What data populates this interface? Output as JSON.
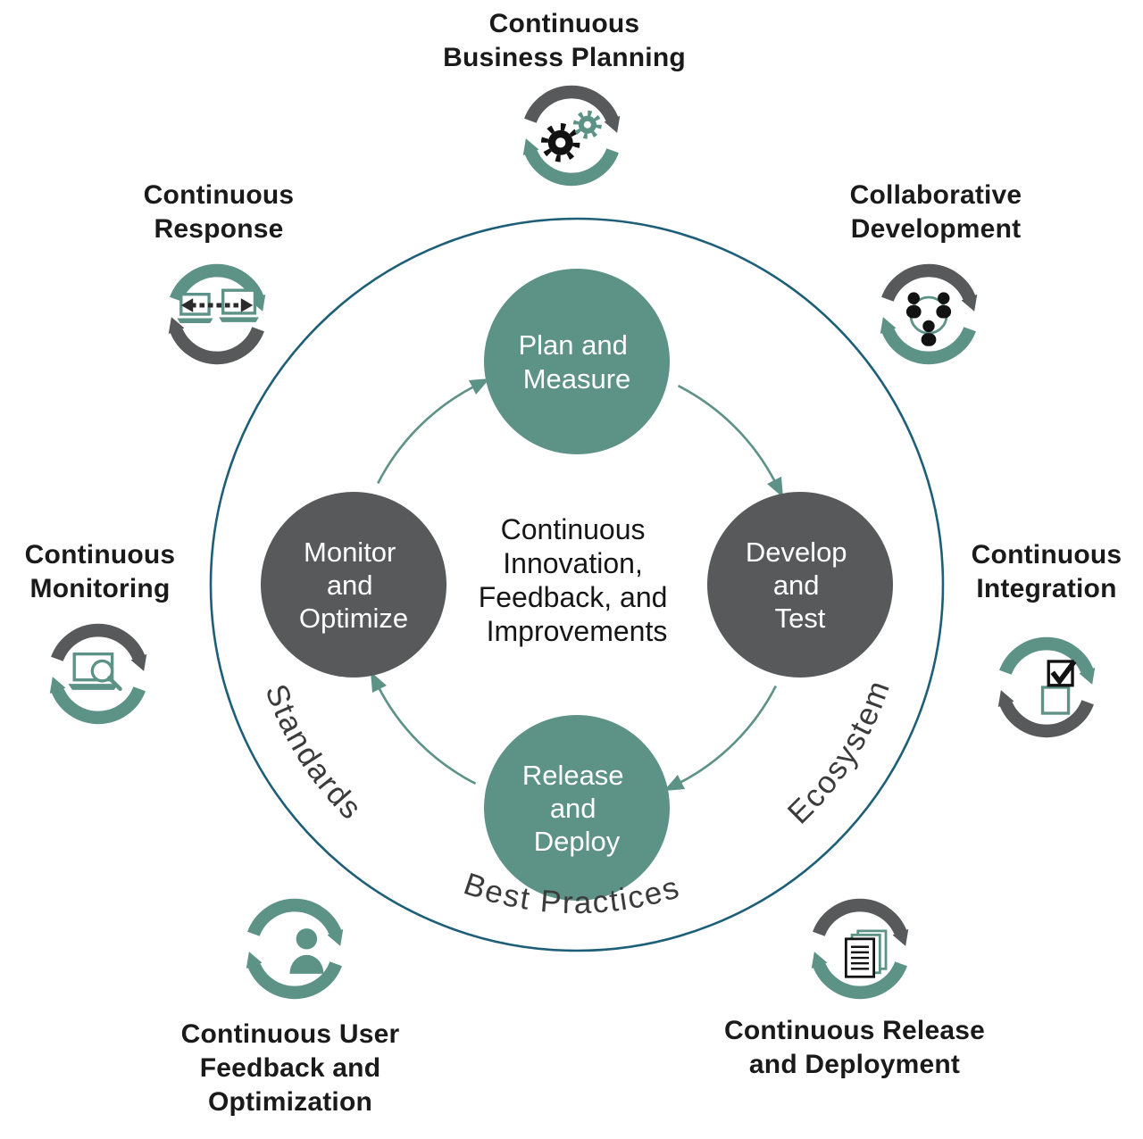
{
  "colors": {
    "teal": "#5D9287",
    "gray": "#58595B",
    "circle": "#1D5E78",
    "ink": "#1A1A1A",
    "curved": "#3B3B3C"
  },
  "center_text": {
    "lines": [
      "Continuous",
      "Innovation,",
      "Feedback, and",
      "Improvements"
    ]
  },
  "nodes": [
    {
      "id": "plan-measure",
      "color": "teal",
      "lines": [
        "Plan and",
        "Measure"
      ]
    },
    {
      "id": "develop-test",
      "color": "gray",
      "lines": [
        "Develop",
        "and",
        "Test"
      ]
    },
    {
      "id": "release-deploy",
      "color": "teal",
      "lines": [
        "Release",
        "and",
        "Deploy"
      ]
    },
    {
      "id": "monitor-optimize",
      "color": "gray",
      "lines": [
        "Monitor",
        "and",
        "Optimize"
      ]
    }
  ],
  "ring_labels": {
    "standards": "Standards",
    "best_practices": "Best Practices",
    "ecosystem": "Ecosystem"
  },
  "outer_labels": [
    {
      "id": "continuous-business-planning",
      "icon": "gears-cycle-icon",
      "lines": [
        "Continuous",
        "Business Planning"
      ]
    },
    {
      "id": "collaborative-development",
      "icon": "team-cycle-icon",
      "lines": [
        "Collaborative",
        "Development"
      ]
    },
    {
      "id": "continuous-integration",
      "icon": "checklist-cycle-icon",
      "lines": [
        "Continuous",
        "Integration"
      ]
    },
    {
      "id": "continuous-release-and-deployment",
      "icon": "documents-cycle-icon",
      "lines": [
        "Continuous Release",
        "and Deployment"
      ]
    },
    {
      "id": "continuous-user-feedback-and-optimization",
      "icon": "user-cycle-icon",
      "lines": [
        "Continuous User",
        "Feedback and",
        "Optimization"
      ]
    },
    {
      "id": "continuous-monitoring",
      "icon": "laptop-search-cycle-icon",
      "lines": [
        "Continuous",
        "Monitoring"
      ]
    },
    {
      "id": "continuous-response",
      "icon": "sync-laptops-cycle-icon",
      "lines": [
        "Continuous",
        "Response"
      ]
    }
  ]
}
